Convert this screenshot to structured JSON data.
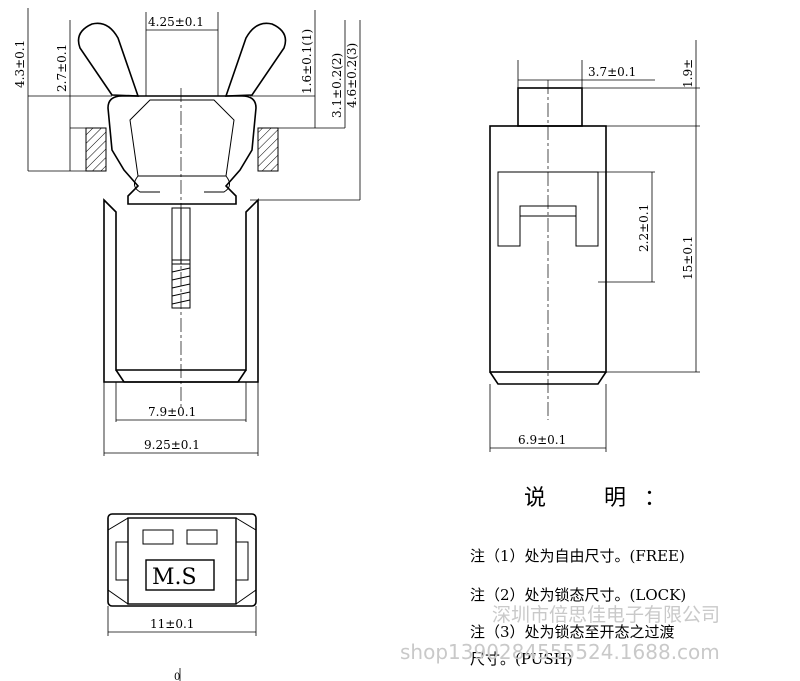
{
  "front_view": {
    "dims": {
      "top_width": "4.25±0.1",
      "left_outer_height": "4.3±0.1",
      "left_inner_height": "2.7±0.1",
      "free_height": "1.6±0.1(1)",
      "lock_height": "3.1±0.2(2)",
      "push_height": "4.6±0.2(3)",
      "inner_width": "7.9±0.1",
      "outer_width": "9.25±0.1"
    }
  },
  "side_view": {
    "dims": {
      "top_width": "3.7±0.1",
      "top_height": "1.9±",
      "slot_height": "2.2±0.1",
      "total_height": "15±0.1",
      "width": "6.9±0.1"
    }
  },
  "bottom_view": {
    "label": "M.S",
    "dim_width": "11±0.1",
    "bottom_stub": "0"
  },
  "notes": {
    "title": "说　明：",
    "items": [
      "注（1）处为自由尺寸。(FREE)",
      "注（2）处为锁态尺寸。(LOCK)",
      "注（3）处为锁态至开态之过渡",
      "尺寸。(PUSH)"
    ]
  },
  "watermark": {
    "line1": "深圳市倍思佳电子有限公司",
    "line2": "shop1390284555524.1688.com"
  }
}
